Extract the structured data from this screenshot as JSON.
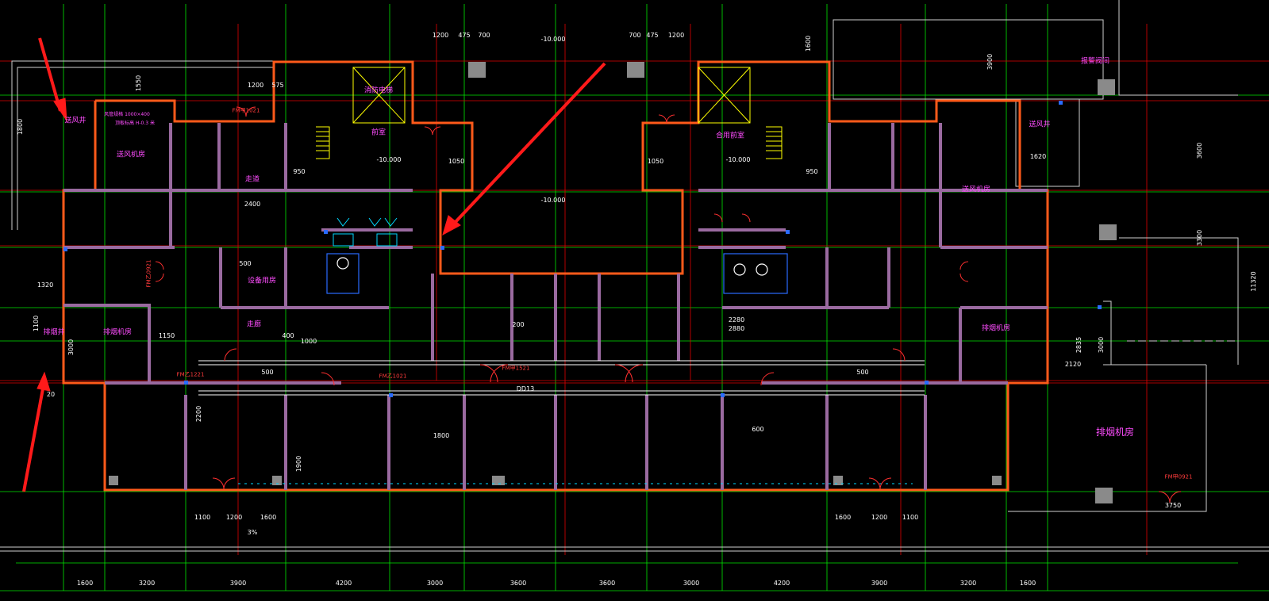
{
  "drawing": {
    "colors": {
      "background": "#000000",
      "wall_outline": "#ff5a1a",
      "wall_fill": "#9a6aa0",
      "grid_green": "#00e600",
      "grid_red": "#e00000",
      "text_magenta": "#ff4dff",
      "text_white": "#ffffff",
      "door_red": "#ff3030",
      "annotation_arrow": "#ff1a1a",
      "equipment_yellow": "#ffff00",
      "equipment_blue": "#2a6bff",
      "cyan": "#00d8ff"
    },
    "rooms": [
      {
        "label": "送风井"
      },
      {
        "label": "送风机房"
      },
      {
        "label": "排烟井"
      },
      {
        "label": "排烟机房"
      },
      {
        "label": "走道"
      },
      {
        "label": "消防电梯"
      },
      {
        "label": "前室"
      },
      {
        "label": "合用前室"
      },
      {
        "label": "设备用房"
      },
      {
        "label": "报警阀间"
      },
      {
        "label": "送风井"
      },
      {
        "label": "送风机房"
      },
      {
        "label": "排烟机房"
      },
      {
        "label": "排烟机房"
      },
      {
        "label": "走廊"
      }
    ],
    "top_dimensions": [
      "1200",
      "475",
      "700",
      "700",
      "475",
      "1200"
    ],
    "left_dimensions": [
      "1550",
      "1200",
      "575",
      "1800",
      "1320",
      "1100",
      "3000",
      "20",
      "2400"
    ],
    "right_dimensions": [
      "1600",
      "3900",
      "3600",
      "3300",
      "11320",
      "1620",
      "2120",
      "3000",
      "2835",
      "3750"
    ],
    "interior_dimensions": [
      "950",
      "1050",
      "1050",
      "950",
      "500",
      "500",
      "500",
      "1000",
      "1800",
      "2200",
      "2280",
      "1900",
      "1150",
      "200",
      "400",
      "600",
      "2880"
    ],
    "bottom_dimensions_upper": [
      "1100",
      "1200",
      "1600",
      "1600",
      "1200",
      "1100"
    ],
    "bottom_grid_dimensions": [
      "1600",
      "3200",
      "3900",
      "4200",
      "3000",
      "3600",
      "3600",
      "3000",
      "4200",
      "3900",
      "3200",
      "1600"
    ],
    "door_tags": [
      "FM甲1021",
      "FM乙1021",
      "FM乙1221",
      "FM乙0921",
      "FM甲1521",
      "FM甲0921"
    ],
    "level_tags": [
      "-10.000",
      "-10.000",
      "-10.000",
      "-10.000"
    ],
    "duct_notes": [
      "风管规格 1000×400",
      "顶板标高 H-0.3 米"
    ],
    "misc_labels": [
      "DD13",
      "3%"
    ]
  }
}
